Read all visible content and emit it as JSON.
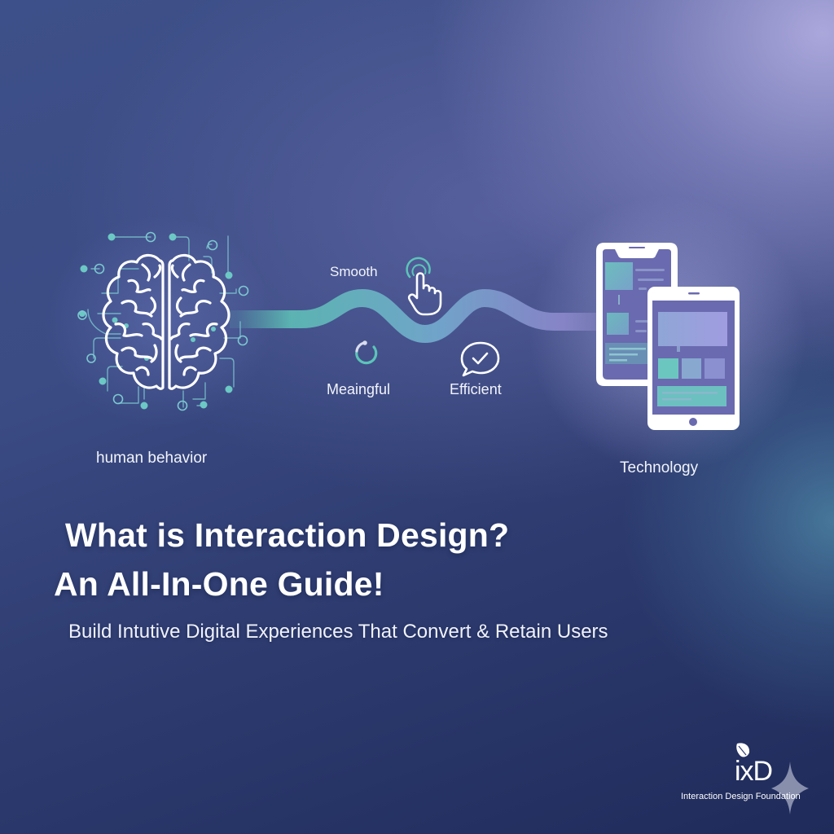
{
  "hero": {
    "left_label": "human behavior",
    "right_label": "Technology",
    "qualities": [
      {
        "label": "Smooth",
        "icon": "tap-gesture-icon"
      },
      {
        "label": "Meaingful",
        "icon": "circular-progress-icon"
      },
      {
        "label": "Efficient",
        "icon": "chat-check-icon"
      }
    ]
  },
  "headline": {
    "line1": "What is Interaction Design?",
    "line2": "An All-In-One Guide!",
    "subtitle": "Build Intutive Digital Experiences That Convert & Retain Users"
  },
  "logo": {
    "mark": "ixD",
    "caption": "Interaction Design Foundation"
  },
  "colors": {
    "background_dark": "#1f2b5a",
    "background_mid": "#3e5089",
    "background_light": "#a8a6d8",
    "accent_teal": "#5fc4b8",
    "accent_lavender": "#8c88cc",
    "text": "#ffffff"
  }
}
